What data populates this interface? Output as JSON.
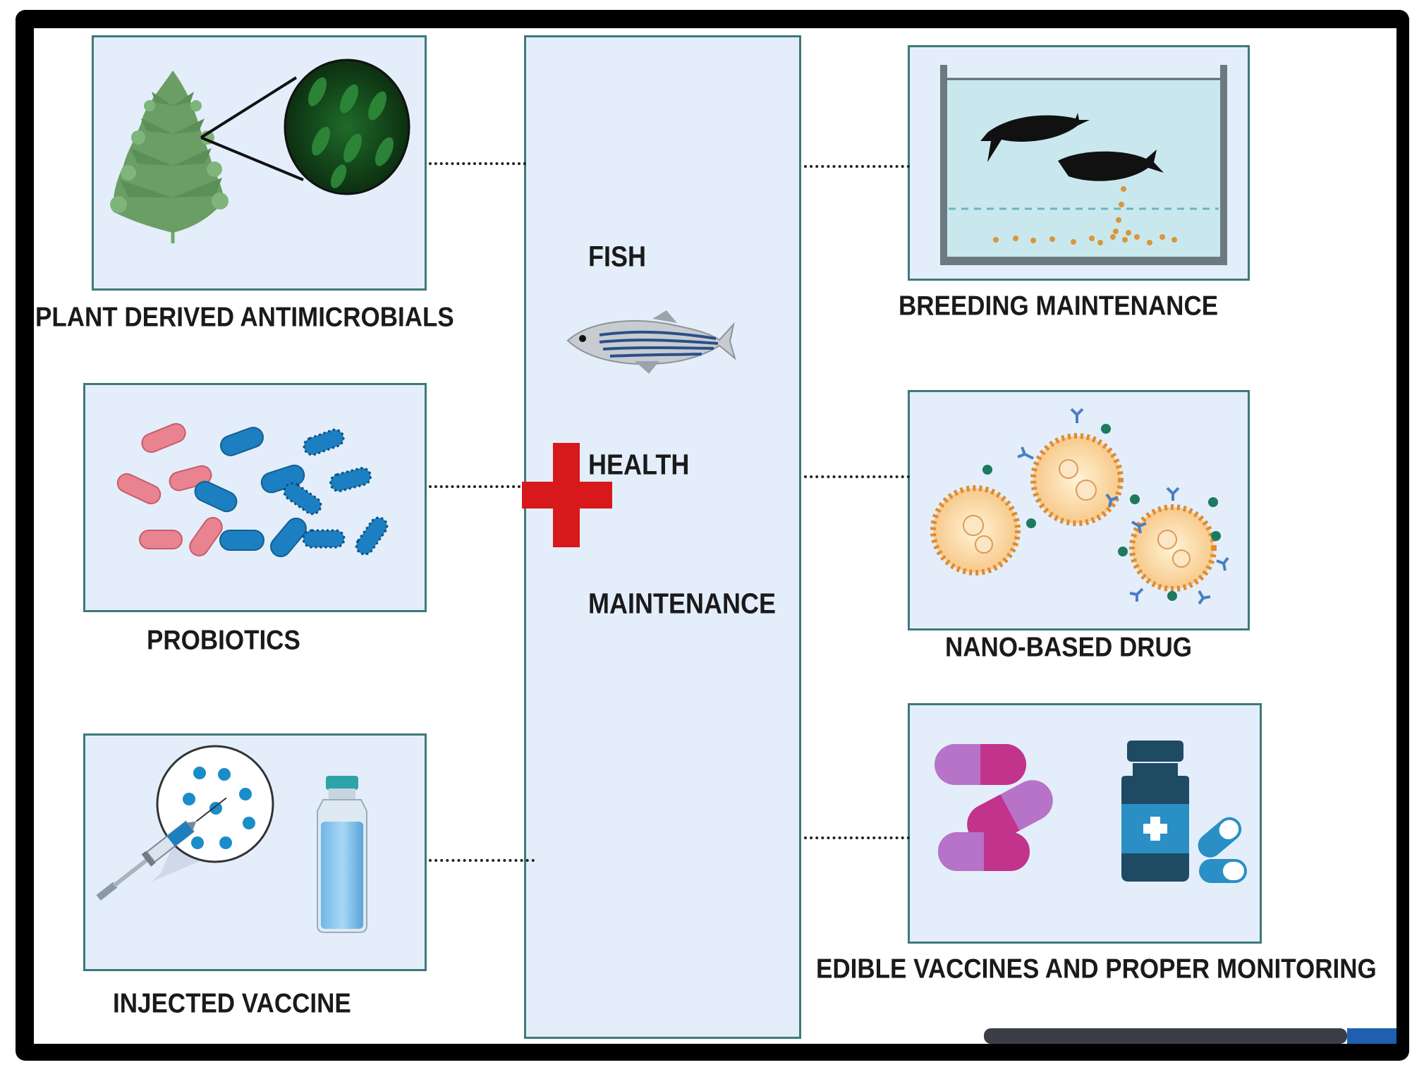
{
  "center": {
    "word1": "FISH",
    "word2": "HEALTH",
    "word3": "MAINTENANCE"
  },
  "left_items": [
    {
      "label": "PLANT DERIVED ANTIMICROBIALS",
      "icon": "fern-leaf-icon"
    },
    {
      "label": "PROBIOTICS",
      "icon": "bacteria-icon"
    },
    {
      "label": "INJECTED VACCINE",
      "icon": "syringe-vial-icon"
    }
  ],
  "right_items": [
    {
      "label": "BREEDING MAINTENANCE",
      "icon": "fish-tank-icon"
    },
    {
      "label": "NANO-BASED DRUG",
      "icon": "nanoparticle-icon"
    },
    {
      "label": "EDIBLE VACCINES AND PROPER MONITORING",
      "icon": "pills-bottle-icon"
    }
  ],
  "colors": {
    "frame": "#000000",
    "box_fill": "#e3eefa",
    "box_border": "#3d7a78",
    "cross": "#d7191c",
    "bacteria_pink": "#e8838f",
    "bacteria_blue": "#1b7fc2"
  }
}
